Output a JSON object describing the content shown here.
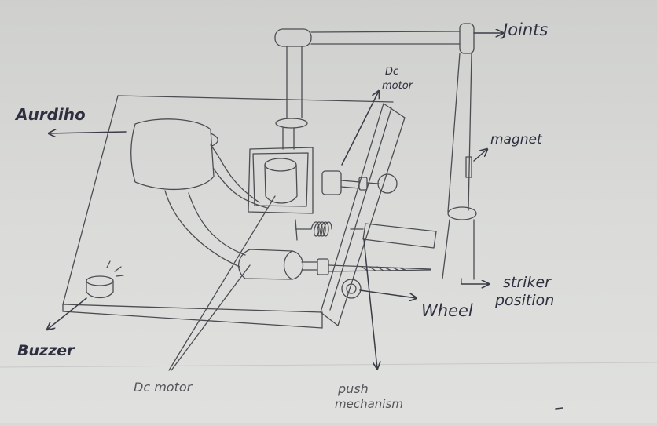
{
  "colors": {
    "paper": "#dcdddb",
    "paper_lower": "#e3e4e2",
    "ink": "#3a3c48",
    "pencil": "#4c4d52"
  },
  "labels": {
    "arduino": "Aurdiho",
    "joints": "Joints",
    "dc_motor_top_line1": "Dc",
    "dc_motor_top_line2": "motor",
    "magnet": "magnet",
    "striker_line1": "striker",
    "striker_line2": "position",
    "wheel": "Wheel",
    "buzzer": "Buzzer",
    "dc_motor_bottom": "Dc motor",
    "push_line1": "push",
    "push_line2": "mechanism"
  }
}
